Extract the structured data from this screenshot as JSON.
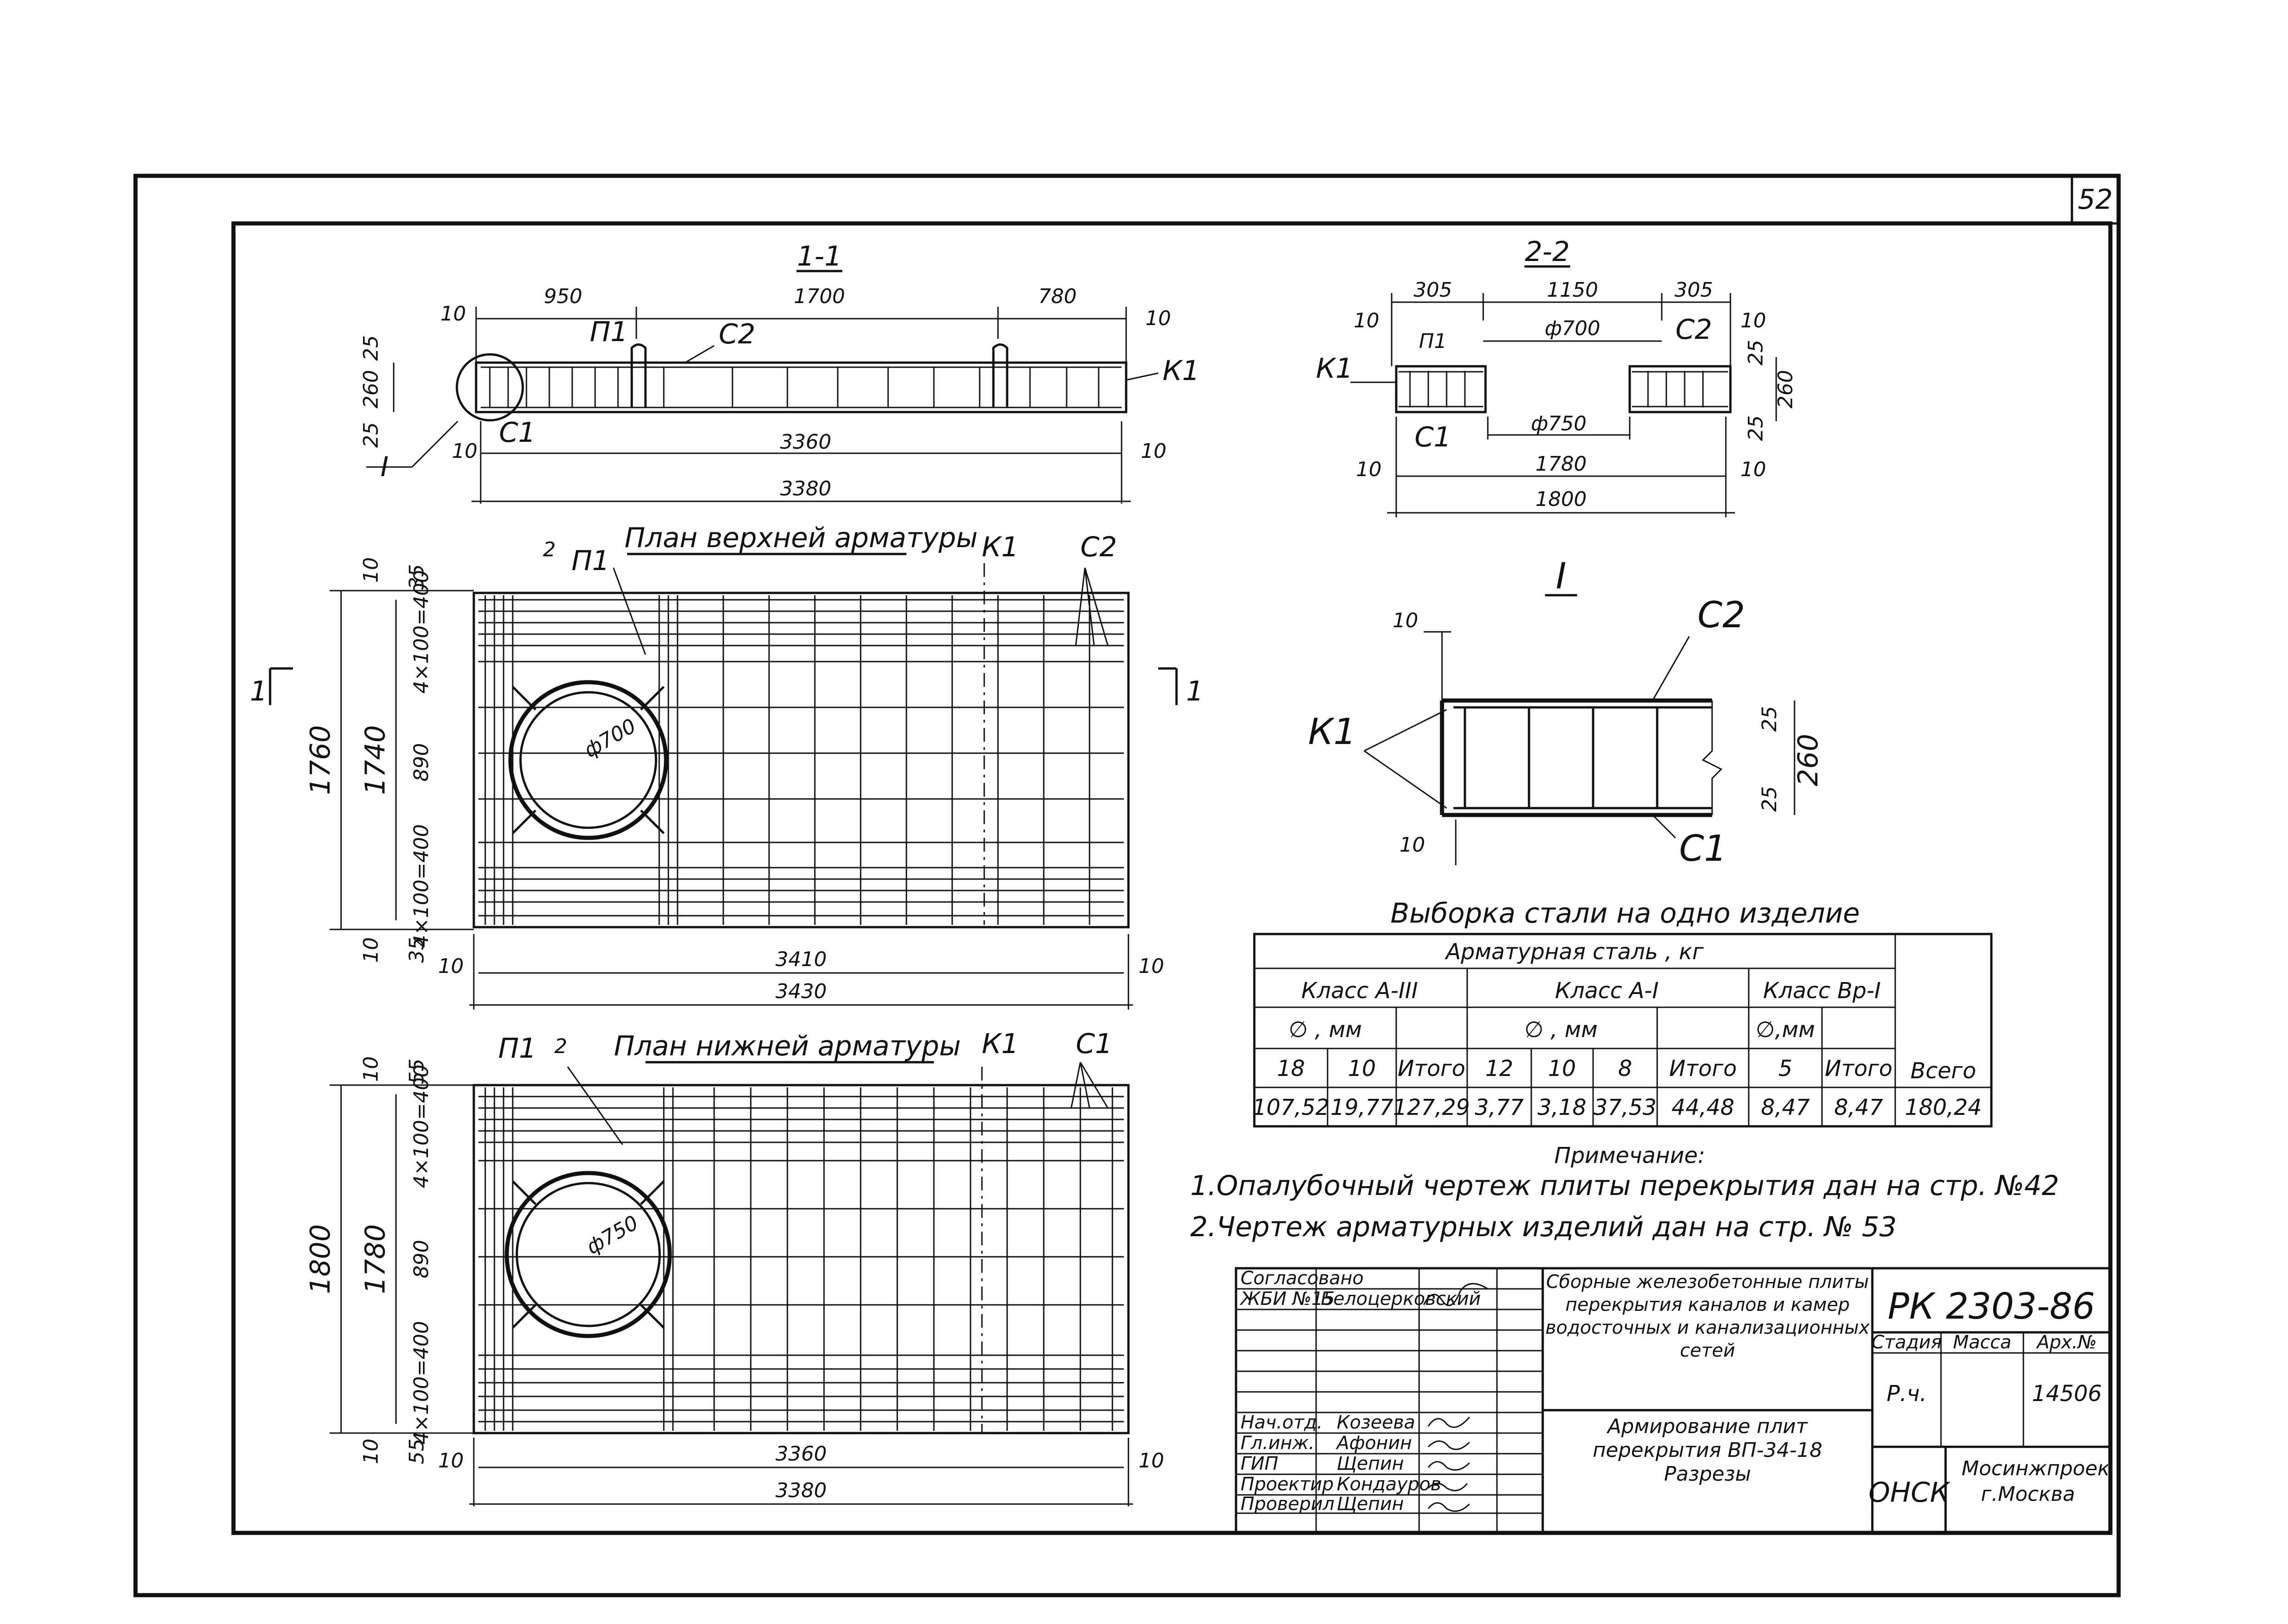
{
  "sheet": {
    "page_number": "52",
    "document_code": "РК 2303-86"
  },
  "section_1_1": {
    "title": "1-1",
    "dims_top": [
      "950",
      "1700",
      "780"
    ],
    "dim_left_top": "10",
    "dim_right_top": "10",
    "dim_height_top": "25",
    "dim_height": "260",
    "dim_height_bottom": "25",
    "dim_inner": "3360",
    "dim_overall": "3380",
    "dim_left_bottom": "10",
    "dim_right_bottom": "10",
    "labels": {
      "p1": "П1",
      "c2": "С2",
      "k1": "К1",
      "c1": "С1",
      "detail": "I"
    }
  },
  "section_2_2": {
    "title": "2-2",
    "dims_top": [
      "305",
      "1150",
      "305"
    ],
    "dim_left": "10",
    "dim_right": "10",
    "dim_hole_top": "ф700",
    "dim_hole_bottom": "ф750",
    "dim_inner": "1780",
    "dim_overall": "1800",
    "dim_left_bottom": "10",
    "dim_right_bottom": "10",
    "dim_25_top": "25",
    "dim_260": "260",
    "dim_25_bottom": "25",
    "labels": {
      "k1": "К1",
      "p1": "П1",
      "c2": "С2",
      "c1": "С1"
    }
  },
  "detail_I": {
    "title": "I",
    "dim_top": "10",
    "dim_bottom": "10",
    "dim_25_top": "25",
    "dim_260": "260",
    "dim_25_bottom": "25",
    "labels": {
      "c2": "С2",
      "k1": "К1",
      "c1": "С1"
    }
  },
  "plan_top": {
    "title": "План верхней арматуры",
    "hole": "ф700",
    "callout_num": "2",
    "labels": {
      "p1": "П1",
      "k1": "К1",
      "c2": "С2"
    },
    "section_mark_left": "1",
    "section_mark_right": "1",
    "dims_left": {
      "outer": "1760",
      "inner": "1740",
      "middle": "890",
      "seg_top": "4×100=400",
      "seg_bottom": "4×100=400",
      "top_10": "10",
      "top_35": "35",
      "bottom_10": "10",
      "bottom_35": "35"
    },
    "dim_inner": "3410",
    "dim_overall": "3430",
    "dim_left": "10",
    "dim_right": "10"
  },
  "plan_bottom": {
    "title": "План нижней арматуры",
    "hole": "ф750",
    "callout_num": "2",
    "labels": {
      "p1": "П1",
      "k1": "К1",
      "c1": "С1"
    },
    "dims_left": {
      "outer": "1800",
      "inner": "1780",
      "middle": "890",
      "seg_top": "4×100=400",
      "seg_bottom": "4×100=400",
      "top_10": "10",
      "top_55": "55",
      "bottom_10": "10",
      "bottom_55": "55"
    },
    "dim_inner": "3360",
    "dim_overall": "3380",
    "dim_left": "10",
    "dim_right": "10"
  },
  "steel_table": {
    "title": "Выборка стали на одно изделие",
    "header_main": "Арматурная сталь , кг",
    "class_a3": "Класс А-III",
    "class_a1": "Класс А-I",
    "class_bp1": "Класс Вр-I",
    "diam_mm": "∅ , мм",
    "diam_mm_short": "∅,мм",
    "total_label": "Всего",
    "itogo": "Итого",
    "sizes_a3": [
      "18",
      "10"
    ],
    "sizes_a1": [
      "12",
      "10",
      "8"
    ],
    "sizes_bp1": [
      "5"
    ],
    "values": [
      "107,52",
      "19,77",
      "127,29",
      "3,77",
      "3,18",
      "37,53",
      "44,48",
      "8,47",
      "8,47",
      "180,24"
    ]
  },
  "notes": {
    "title": "Примечание:",
    "items": [
      "1.Опалубочный чертеж плиты перекрытия дан на стр. №42",
      "2.Чертеж арматурных изделий дан на стр. № 53"
    ]
  },
  "title_block": {
    "agreed": "Согласовано",
    "org_row": [
      "ЖБИ №15",
      "Белоцерковский"
    ],
    "roles": [
      [
        "Нач.отд.",
        "Козеева"
      ],
      [
        "Гл.инж.",
        "Афонин"
      ],
      [
        "ГИП",
        "Щепин"
      ],
      [
        "Проектир",
        "Кондауров"
      ],
      [
        "Проверил",
        "Щепин"
      ]
    ],
    "project_title": "Сборные железобетонные плиты перекрытия каналов и камер водосточных и канализационных сетей",
    "sheet_title": "Армирование плит перекрытия ВП-34-18 Разрезы",
    "stage_header": "Стадия",
    "mass_header": "Масса",
    "archive_header": "Арх.№",
    "stage_value": "Р.ч.",
    "archive_value": "14506",
    "dept": "ОНСК",
    "org": "Мосинжпроект г.Москва"
  }
}
